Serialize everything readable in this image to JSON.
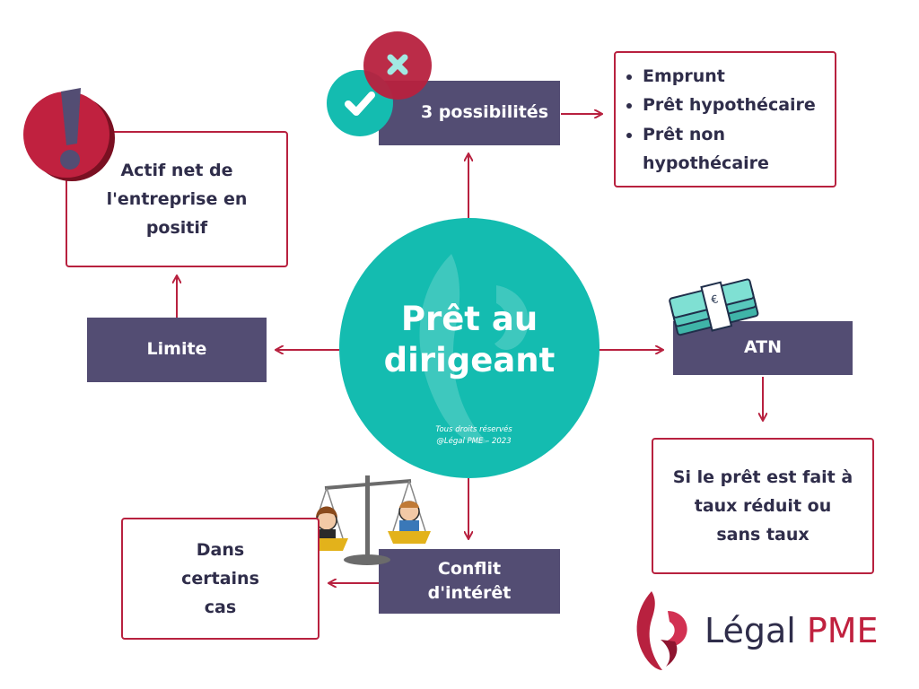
{
  "center": {
    "title_line1": "Prêt au",
    "title_line2": "dirigeant",
    "copyright_line1": "Tous droits réservés",
    "copyright_line2": "@Légal PME – 2023"
  },
  "nodes": {
    "possibilities": "3 possibilités",
    "limit": "Limite",
    "atn": "ATN",
    "conflict_line1": "Conflit",
    "conflict_line2": "d'intérêt"
  },
  "cards": {
    "possibilities_list": [
      "Emprunt",
      "Prêt hypothécaire",
      "Prêt non hypothécaire"
    ],
    "limit_line1": "Actif net de",
    "limit_line2": "l'entreprise en",
    "limit_line3": "positif",
    "atn_line1": "Si le prêt est fait à",
    "atn_line2": "taux réduit ou",
    "atn_line3": "sans taux",
    "conflict_line1": "Dans",
    "conflict_line2": "certains",
    "conflict_line3": "cas"
  },
  "brand": {
    "name_part1": "Légal",
    "name_part2": "PME"
  },
  "icons": [
    "exclamation-icon",
    "check-icon",
    "cross-icon",
    "money-icon",
    "scales-icon",
    "brand-logo-icon"
  ],
  "colors": {
    "teal": "#14bcb0",
    "navy": "#534d73",
    "crimson": "#b8213f",
    "text": "#2f2d4a"
  }
}
